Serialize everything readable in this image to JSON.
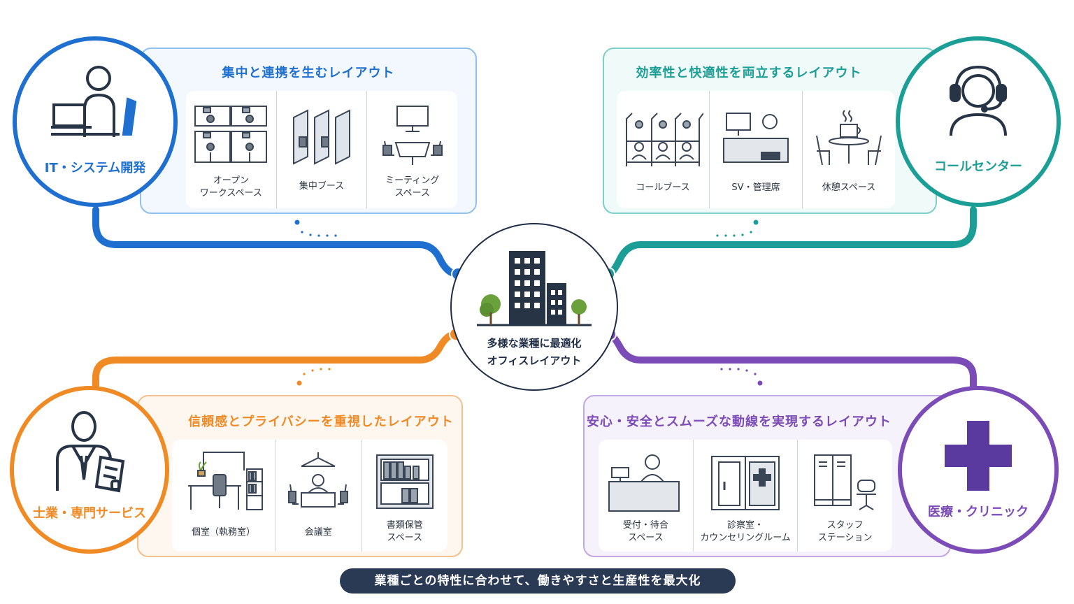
{
  "center": {
    "line1": "多様な業種に最適化",
    "line2": "オフィスレイアウト",
    "icon": "office-building-icon"
  },
  "banner": "業種ごとの特性に合わせて、働きやすさと生産性を最大化",
  "colors": {
    "it": "#1f6fd1",
    "call": "#1a9e95",
    "pro": "#f08a24",
    "med": "#7b4bb7",
    "navy": "#2a3a55"
  },
  "quadrants": [
    {
      "id": "it",
      "circle_label": "IT・システム開発",
      "icon": "developer-at-desk-icon",
      "title": "集中と連携を生むレイアウト",
      "zones": [
        {
          "label": "オープン\nワークスペース",
          "icon": "open-workspace-icon"
        },
        {
          "label": "集中ブース",
          "icon": "focus-booth-icon"
        },
        {
          "label": "ミーティング\nスペース",
          "icon": "meeting-space-icon"
        }
      ]
    },
    {
      "id": "call",
      "circle_label": "コールセンター",
      "icon": "headset-operator-icon",
      "title": "効率性と快適性を両立するレイアウト",
      "zones": [
        {
          "label": "コールブース",
          "icon": "call-booth-icon"
        },
        {
          "label": "SV・管理席",
          "icon": "supervisor-desk-icon"
        },
        {
          "label": "休憩スペース",
          "icon": "break-space-icon"
        }
      ]
    },
    {
      "id": "pro",
      "circle_label": "士業・専門サービス",
      "icon": "professional-with-document-icon",
      "title": "信頼感とプライバシーを重視したレイアウト",
      "zones": [
        {
          "label": "個室（執務室）",
          "icon": "private-office-icon"
        },
        {
          "label": "会議室",
          "icon": "conference-room-icon"
        },
        {
          "label": "書類保管\nスペース",
          "icon": "document-storage-icon"
        }
      ]
    },
    {
      "id": "med",
      "circle_label": "医療・クリニック",
      "icon": "medical-cross-icon",
      "title": "安心・安全とスムーズな動線を実現するレイアウト",
      "zones": [
        {
          "label": "受付・待合\nスペース",
          "icon": "reception-icon"
        },
        {
          "label": "診察室・\nカウンセリングルーム",
          "icon": "exam-room-icon"
        },
        {
          "label": "スタッフ\nステーション",
          "icon": "staff-station-icon"
        }
      ]
    }
  ]
}
